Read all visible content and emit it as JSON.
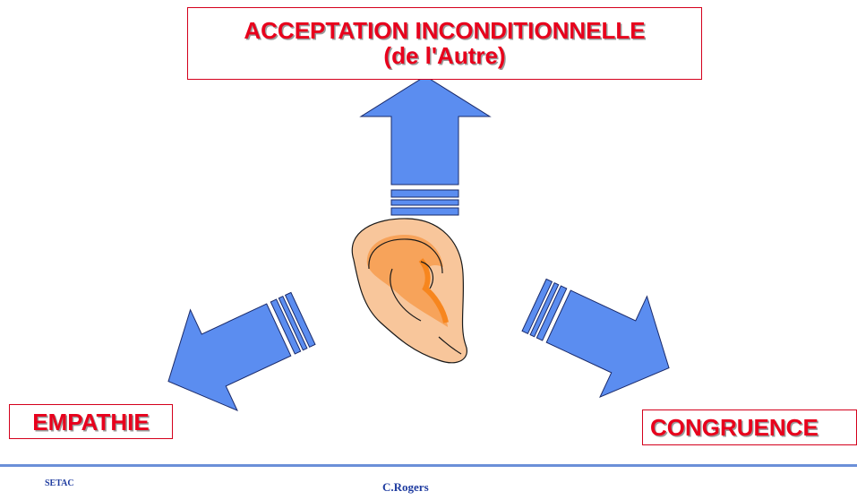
{
  "concepts": {
    "top_line1": "ACCEPTATION INCONDITIONNELLE",
    "top_line2": "(de l'Autre)",
    "left": "EMPATHIE",
    "right": "CONGRUENCE"
  },
  "footer": {
    "left": "SETAC",
    "center": "C.Rogers"
  },
  "colors": {
    "label_red": "#e8001c",
    "arrow_blue": "#5b8df0",
    "ear_skin": "#f8c69b",
    "ear_shade": "#f7861e",
    "footer_blue": "#6b8fd8"
  },
  "icons": [
    "arrow-up-icon",
    "arrow-down-left-icon",
    "arrow-down-right-icon",
    "ear-icon"
  ]
}
